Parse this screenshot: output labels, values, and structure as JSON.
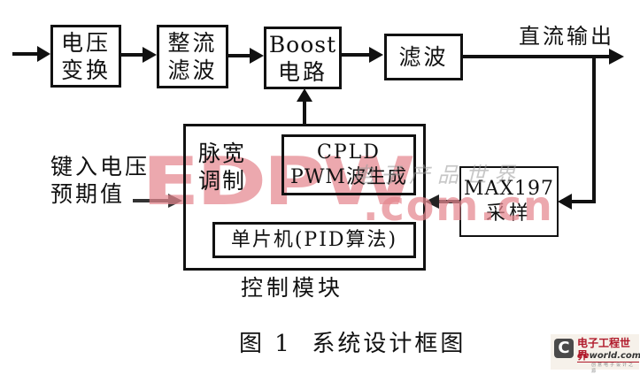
{
  "diagram": {
    "blocks": {
      "voltage_transform": [
        "电压",
        "变换"
      ],
      "rectifier_filter": [
        "整流",
        "滤波"
      ],
      "boost_circuit": [
        "Boost",
        "电路"
      ],
      "filter": "滤波",
      "max197_sampling": [
        "MAX197",
        "采样"
      ],
      "cpld_pwm": [
        "CPLD",
        "PWM波生成"
      ],
      "pwm_modulation": [
        "脉宽",
        "调制"
      ],
      "mcu_pid": "单片机(PID算法)"
    },
    "labels": {
      "dc_output": "直流输出",
      "voltage_setpoint": [
        "键入电压",
        "预期值"
      ],
      "control_module": "控制模块"
    },
    "caption": "图 1  系统设计框图"
  },
  "watermarks": {
    "edpw": "EDPW",
    "com_cn": ".com.cn",
    "cn_text": "电子产品世界"
  },
  "logo": {
    "icon": "C",
    "name_cn": "电子工程世界",
    "domain_prefix": "ee",
    "domain_rest": "world.com.cn",
    "tagline": "创意电子设计之源"
  }
}
